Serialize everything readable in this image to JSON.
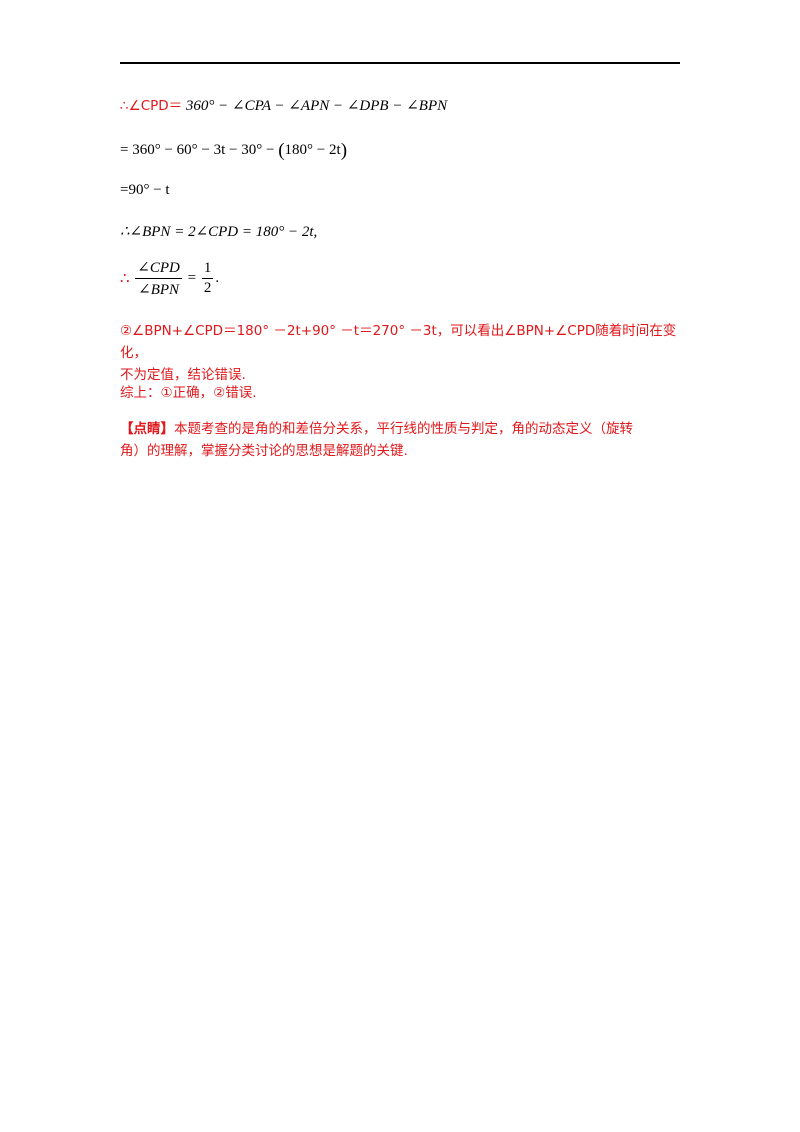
{
  "line1": {
    "prefix": "∴∠CPD＝",
    "rest": "360° − ∠CPA − ∠APN − ∠DPB − ∠BPN"
  },
  "line2": {
    "text": "= 360° − 60° − 3t − 30° − ",
    "paren_open": "(",
    "inner": "180° − 2t",
    "paren_close": ")"
  },
  "line3": {
    "text": "=90° − t"
  },
  "line4": {
    "text": "∴∠BPN = 2∠CPD = 180° − 2t,"
  },
  "line5": {
    "therefore": "∴",
    "num": "∠CPD",
    "den": "∠BPN",
    "equals": "=",
    "rnum": "1",
    "rden": "2",
    "period": "."
  },
  "para2": {
    "line1": "②∠BPN+∠CPD＝180° －2t+90° －t＝270° －3t，可以看出∠BPN+∠CPD随着时间在变化，",
    "line2": "不为定值，结论错误."
  },
  "summary": {
    "text": "综上：①正确，②错误."
  },
  "comment": {
    "tag": "【点睛】",
    "line1_rest": "本题考查的是角的和差倍分关系，平行线的性质与判定，角的动态定义（旋转",
    "line2": "角）的理解，掌握分类讨论的思想是解题的关键."
  },
  "colors": {
    "accent_red": "#e0181b",
    "text": "#000000"
  }
}
